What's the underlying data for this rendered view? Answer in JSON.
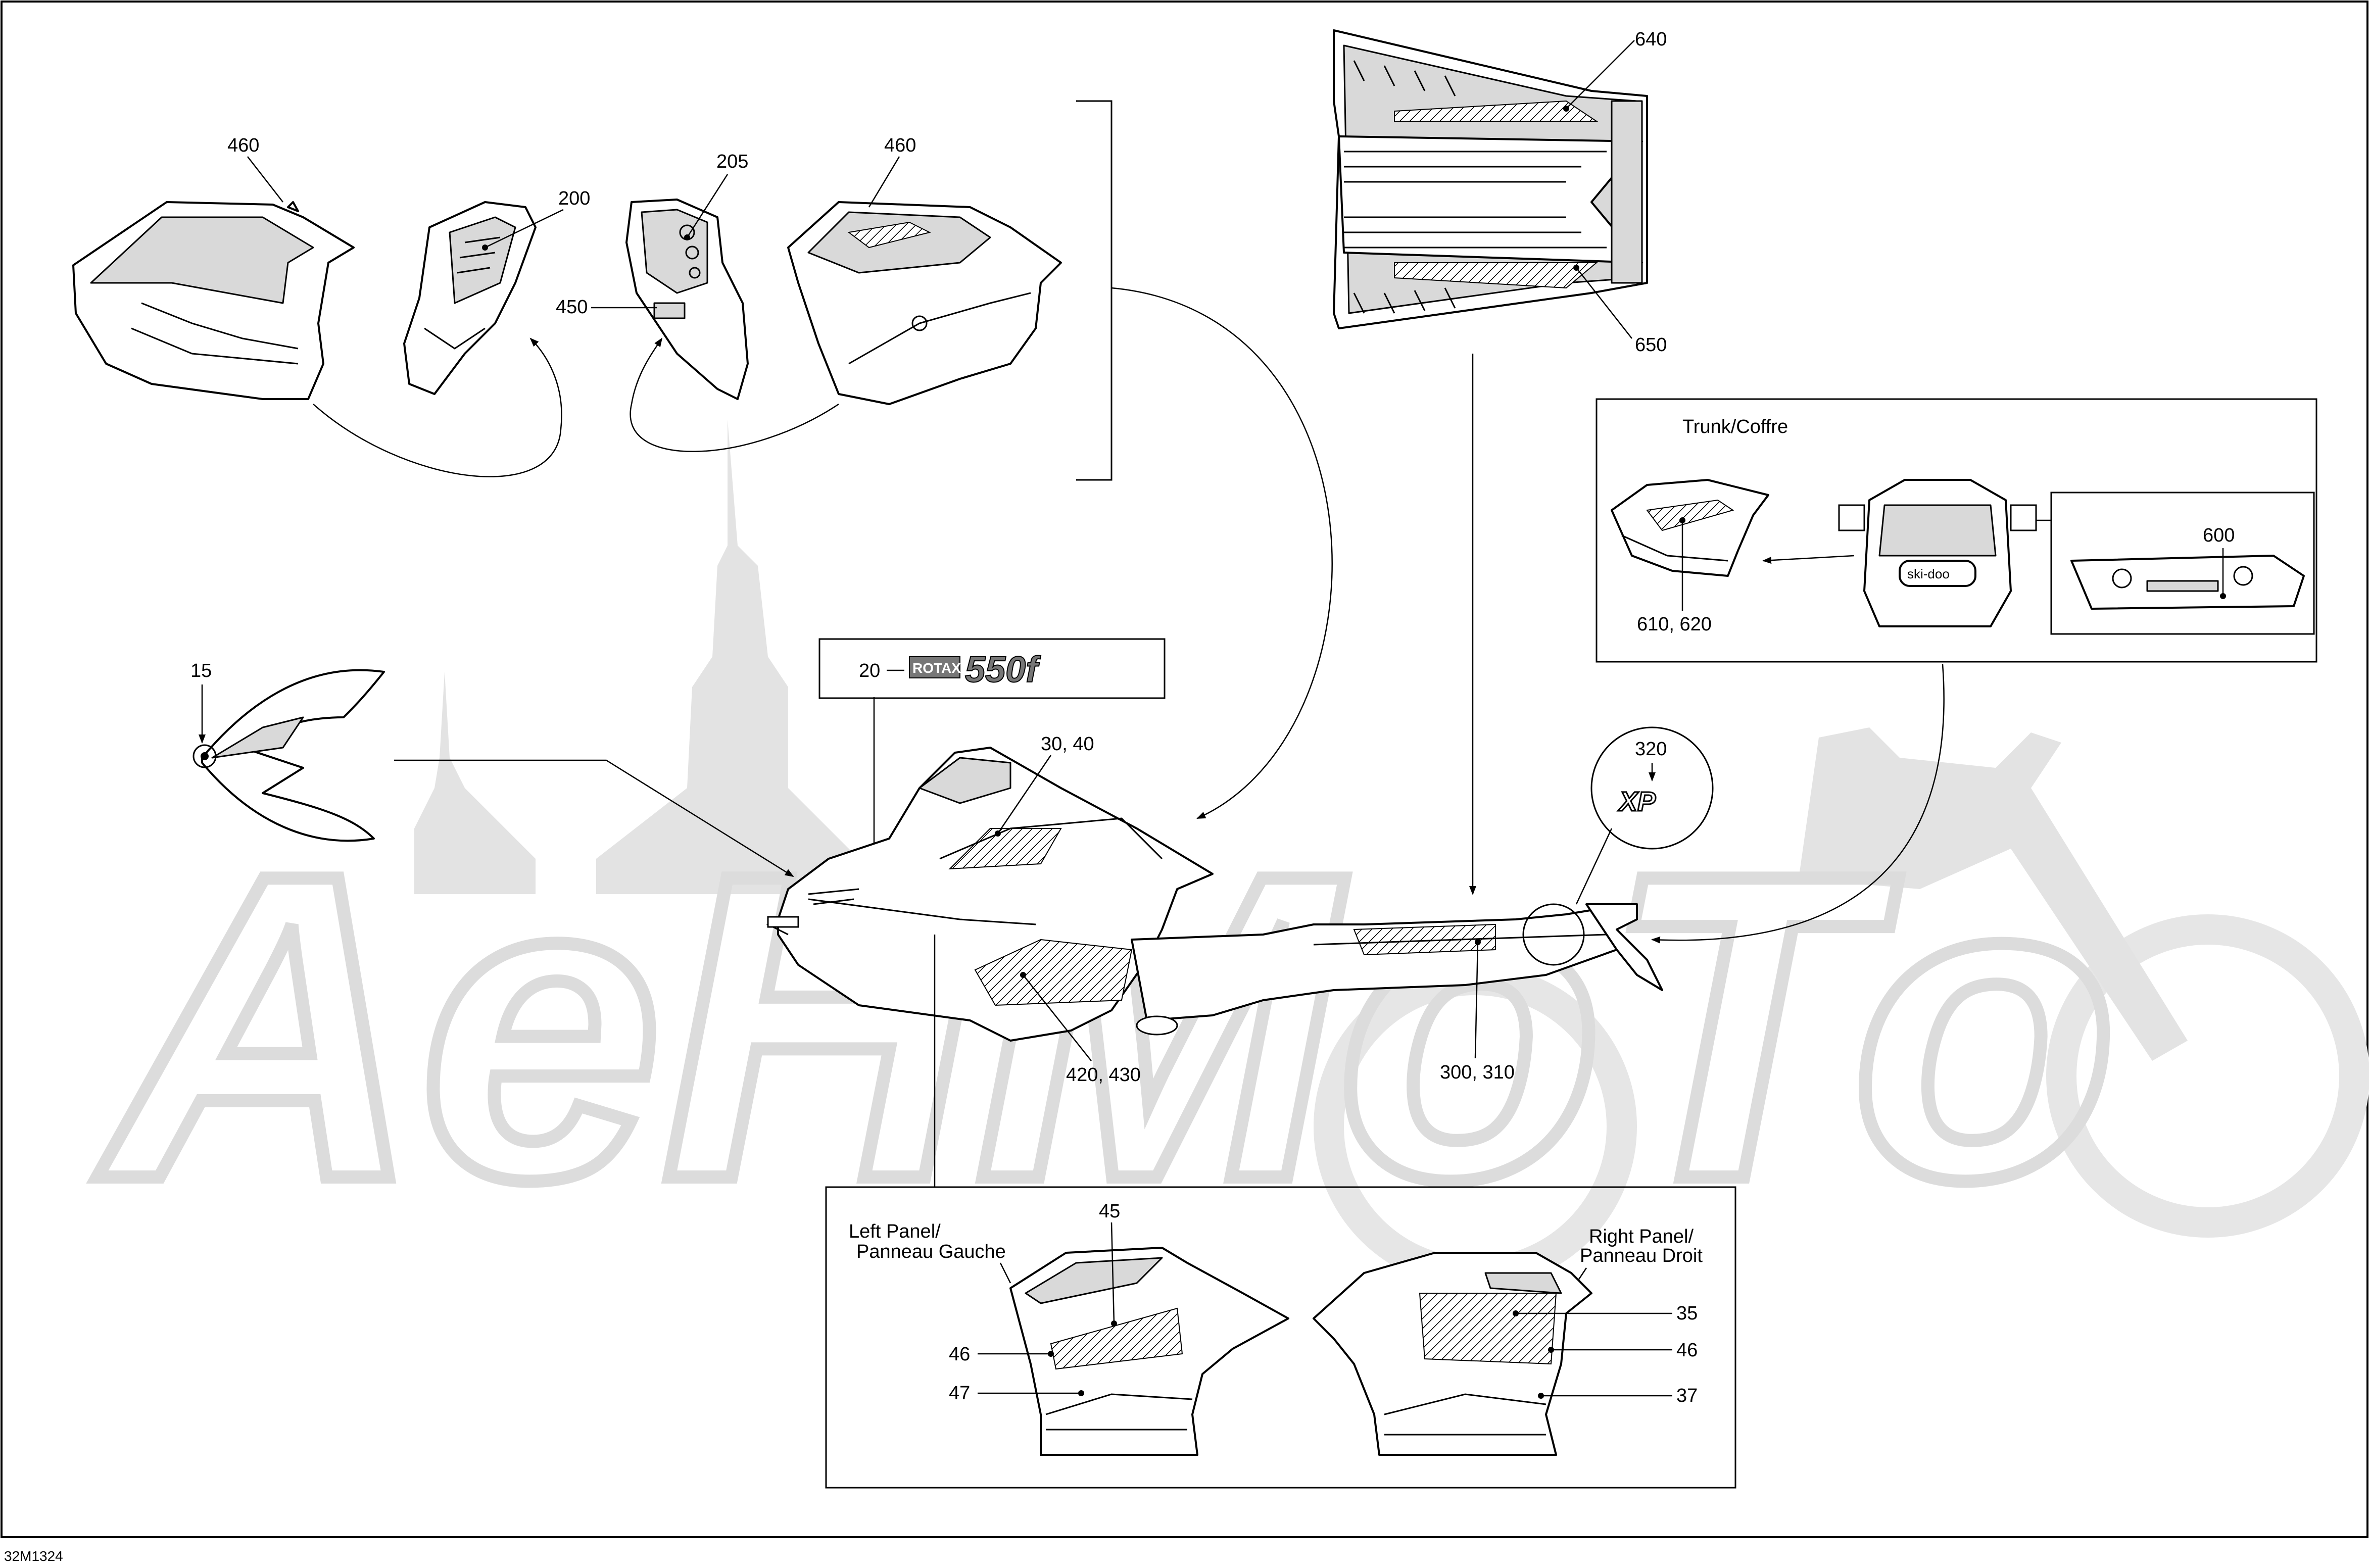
{
  "drawing_id": "32M1324",
  "callouts": {
    "c15": "15",
    "c20": "20",
    "c30_40": "30, 40",
    "c35": "35",
    "c37": "37",
    "c45": "45",
    "c46_left": "46",
    "c46_right": "46",
    "c47": "47",
    "c200": "200",
    "c205": "205",
    "c300_310": "300, 310",
    "c320": "320",
    "c420_430": "420, 430",
    "c450": "450",
    "c460_left": "460",
    "c460_right": "460",
    "c600": "600",
    "c610_620": "610, 620",
    "c640": "640",
    "c650": "650"
  },
  "captions": {
    "trunk_line1": "Trunk/Coffre",
    "left_panel_line1": "Left Panel/",
    "left_panel_line2": "Panneau Gauche",
    "right_panel_line1": "Right Panel/",
    "right_panel_line2": "Panneau Droit"
  },
  "decals": {
    "rotax_word": "ROTAX",
    "rotax_model": "550f",
    "xp_badge": "XP",
    "skidoo": "ski-doo"
  },
  "watermark": "AeHMoTo",
  "colors": {
    "line": "#000000",
    "watermark": "#e3e3e3",
    "background": "#ffffff"
  }
}
